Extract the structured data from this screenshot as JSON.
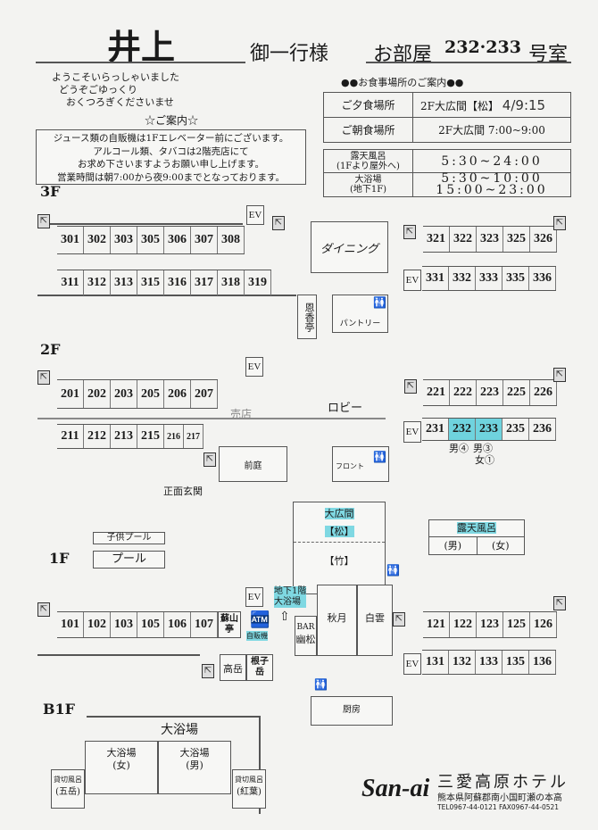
{
  "header": {
    "guest_name": "井上",
    "guest_suffix": "御一行様",
    "room_label": "お部屋",
    "room_numbers": "232·233",
    "room_suffix": "号室"
  },
  "greeting": [
    "ようこそいらっしゃいました",
    "どうぞごゆっくり",
    "おくつろぎくださいませ"
  ],
  "notice": {
    "title": "☆ご案内☆",
    "lines": [
      "ジュース類の自販機は1Fエレベーター前にございます。",
      "アルコール類、タバコは2階売店にて",
      "お求め下さいますようお願い申し上げます。",
      "営業時間は朝7:00から夜9:00までとなっております。"
    ]
  },
  "meals": {
    "title": "●●お食事場所のご案内●●",
    "dinner_label": "ご夕食場所",
    "dinner_value": "2F大広間【松】",
    "dinner_handwritten": "4/9:15",
    "breakfast_label": "ご朝食場所",
    "breakfast_value": "2F大広間 7:00~9:00"
  },
  "baths": {
    "outdoor_label": "露天風呂",
    "outdoor_sub": "(1Fより屋外へ)",
    "outdoor_hours": "5:30~24:00",
    "main_label": "大浴場",
    "main_sub": "(地下1F)",
    "main_hours_1": "5:30~10:00",
    "main_hours_2": "15:00~23:00"
  },
  "floor3": {
    "label": "3F",
    "rooms_a": [
      "301",
      "302",
      "303",
      "305",
      "306",
      "307",
      "308"
    ],
    "rooms_b": [
      "311",
      "312",
      "313",
      "315",
      "316",
      "317",
      "318",
      "319"
    ],
    "rooms_c": [
      "321",
      "322",
      "323",
      "325",
      "326"
    ],
    "rooms_d": [
      "331",
      "332",
      "333",
      "335",
      "336"
    ],
    "ev": "EV",
    "dining": "ダイニング",
    "onkotei": "恩香亭",
    "pantry": "パントリー"
  },
  "floor2": {
    "label": "2F",
    "rooms_a": [
      "201",
      "202",
      "203",
      "205",
      "206",
      "207"
    ],
    "rooms_b": [
      "211",
      "212",
      "213",
      "215",
      "216",
      "217"
    ],
    "rooms_c": [
      "221",
      "222",
      "223",
      "225",
      "226"
    ],
    "rooms_d": [
      "231",
      "232",
      "233",
      "235",
      "236"
    ],
    "highlighted": [
      "232",
      "233"
    ],
    "ev": "EV",
    "lobby": "ロビー",
    "shop": "売店",
    "garden": "前庭",
    "front": "フロント",
    "entrance": "正面玄関",
    "note_232": "男④",
    "note_233": "男③",
    "note_233b": "女①"
  },
  "floor1": {
    "label": "1F",
    "kids_pool": "子供プール",
    "pool": "プール",
    "hall": "大広間",
    "hall_matsu": "【松】",
    "hall_take": "【竹】",
    "outdoor_bath": "露天風呂",
    "outdoor_men": "(男)",
    "outdoor_women": "(女)",
    "rooms_a": [
      "101",
      "102",
      "103",
      "105",
      "106",
      "107"
    ],
    "sozantei": "蘇山亭",
    "ev": "EV",
    "vending": "自販機",
    "to_bath": "地下1階",
    "to_bath2": "大浴場",
    "bar": "BAR",
    "bar_name": "幽松",
    "akizuki": "秋月",
    "hakuun": "白雲",
    "rooms_c": [
      "121",
      "122",
      "123",
      "125",
      "126"
    ],
    "rooms_d": [
      "131",
      "132",
      "133",
      "135",
      "136"
    ],
    "takadake": "高岳",
    "nekodake": "根子岳",
    "kitchen": "厨房"
  },
  "b1": {
    "label": "B1F",
    "title": "大浴場",
    "women": "大浴場",
    "women_sub": "(女)",
    "men": "大浴場",
    "men_sub": "(男)",
    "private": "貸切風呂",
    "private_left": "(五岳)",
    "private_right": "(紅葉)"
  },
  "hotel": {
    "logo": "San-ai",
    "name": "三愛高原ホテル",
    "address": "熊本県阿蘇郡南小国町瀬の本高",
    "contact": "TEL0967-44-0121  FAX0967-44-0521"
  },
  "colors": {
    "highlight": "#7fd8e2",
    "line": "#555555"
  }
}
